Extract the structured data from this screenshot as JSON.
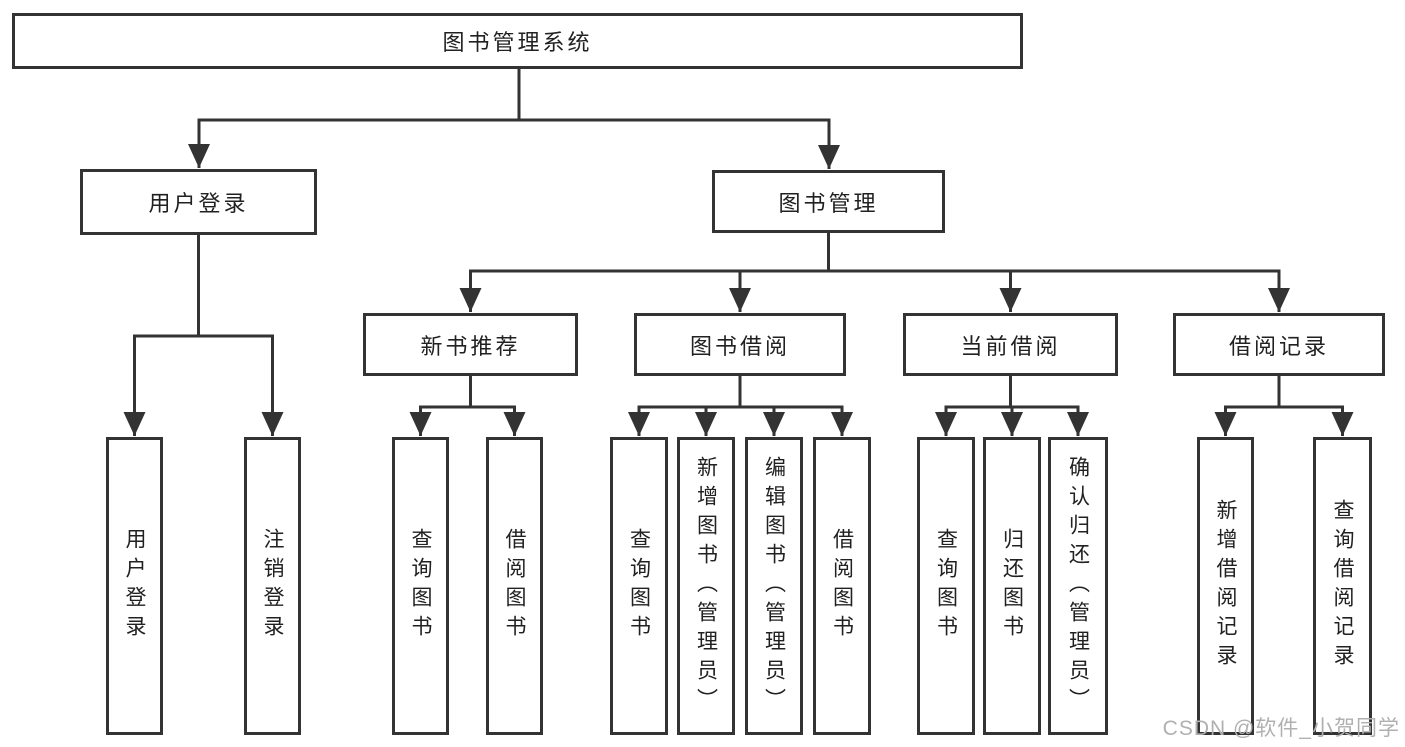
{
  "diagram": {
    "root": {
      "label": "图书管理系统"
    },
    "branches": [
      {
        "label": "用户登录",
        "children": [
          {
            "label": "用户登录"
          },
          {
            "label": "注销登录"
          }
        ]
      },
      {
        "label": "图书管理",
        "children": [
          {
            "label": "新书推荐",
            "children": [
              {
                "label": "查询图书"
              },
              {
                "label": "借阅图书"
              }
            ]
          },
          {
            "label": "图书借阅",
            "children": [
              {
                "label": "查询图书"
              },
              {
                "label": "新增图书（管理员）"
              },
              {
                "label": "编辑图书（管理员）"
              },
              {
                "label": "借阅图书"
              }
            ]
          },
          {
            "label": "当前借阅",
            "children": [
              {
                "label": "查询图书"
              },
              {
                "label": "归还图书"
              },
              {
                "label": "确认归还（管理员）"
              }
            ]
          },
          {
            "label": "借阅记录",
            "children": [
              {
                "label": "新增借阅记录"
              },
              {
                "label": "查询借阅记录"
              }
            ]
          }
        ]
      }
    ]
  },
  "watermark": {
    "text": "CSDN @软件_小贺同学"
  },
  "colors": {
    "line": "#333333",
    "box_border": "#333333",
    "text": "#212121",
    "watermark": "#b0b0b0",
    "background": "#ffffff"
  }
}
